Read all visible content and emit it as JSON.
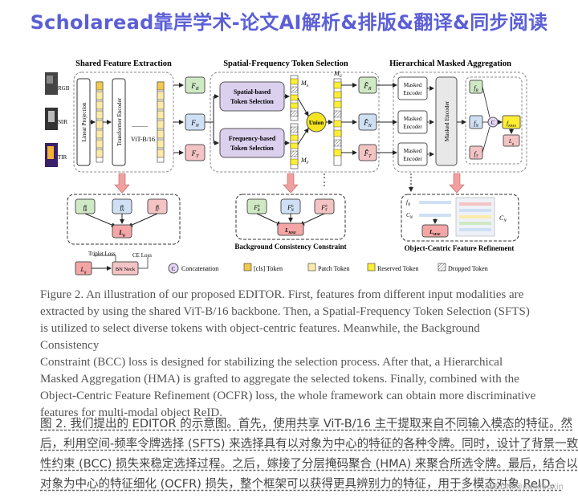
{
  "banner": {
    "title": "Scholaread靠岸学术-论文AI解析&排版&翻译&同步阅读"
  },
  "figure": {
    "sections": {
      "shared": "Shared Feature Extraction",
      "sfts": "Spatial-Frequency Token Selection",
      "hma": "Hierarchical Masked Aggregation",
      "bcc": "Background Consistency Constraint",
      "ocfr": "Object-Centric Feature Refinement"
    },
    "modalities": [
      "RGB",
      "NIR",
      "TIR"
    ],
    "blocks": {
      "linear_projection": "Linear Projection",
      "transformer_encoder": "Transformer Encoder",
      "ellipsis": "..........",
      "vit": "ViT-B/16",
      "spatial_line1": "Spatial-based",
      "spatial_line2": "Token Selection",
      "freq_line1": "Frequency-based",
      "freq_line2": "Token Selection",
      "union": "Union",
      "masked_encoder_line1": "Masked",
      "masked_encoder_line2": "Encoder",
      "masked_encoder_big": "Masked Encoder",
      "bn_neck": "BN Neck",
      "triplet_loss": "Triplet Loss",
      "ce_loss": "CE Loss"
    },
    "legend": {
      "concat_symbol": "C",
      "concatenation": "Concatenation",
      "cls_token": "[cls] Token",
      "patch_token": "Patch Token",
      "reserved_token": "Reserved Token",
      "dropped_token": "Dropped Token"
    },
    "colors": {
      "feature_green": "#cfe9c4",
      "feature_blue": "#cfe0f5",
      "feature_red": "#f4c3c3",
      "selection_purple": "#dcd0ef",
      "reserved_yellow": "#ffee33",
      "patch_yellow": "#fbeaa8",
      "union_yellow": "#f4e520",
      "arrow_pink": "#f0a0a0",
      "concat_purple": "#e3d6f6",
      "banner_blue": "#5b5fd6"
    }
  },
  "caption_en": [
    "Figure 2. An illustration of our proposed EDITOR. First, features from different input modalities are",
    "extracted by using the shared ViT-B/16 backbone. Then, a Spatial-Frequency Token Selection (SFTS)",
    "is utilized to select diverse tokens with object-centric features. Meanwhile, the Background Consistency",
    "Constraint (BCC) loss is designed for stabilizing the selection process. After that, a Hierarchical",
    "Masked Aggregation (HMA) is grafted to aggregate the selected tokens. Finally, combined with the",
    "Object-Centric Feature Refinement (OCFR) loss, the whole framework can obtain more discriminative",
    "features for multi-modal object ReID."
  ],
  "caption_zh": [
    "图 2. 我们提出的 EDITOR 的示意图。首先，使用共享 ViT-B/16 主干提取来自不同输入模态的特征。然",
    "后，利用空间-频率令牌选择 (SFTS) 来选择具有以对象为中心的特征的各种令牌。同时，设计了背景一致",
    "性约束 (BCC) 损失来稳定选择过程。之后，嫁接了分层掩码聚合 (HMA) 来聚合所选令牌。最后，结合以",
    "对象为中心的特征细化 (OCFR) 损失，整个框架可以获得更具辨别力的特征，用于多模态对象 ReID。"
  ],
  "watermark": "CSDN @paixiaoxin"
}
